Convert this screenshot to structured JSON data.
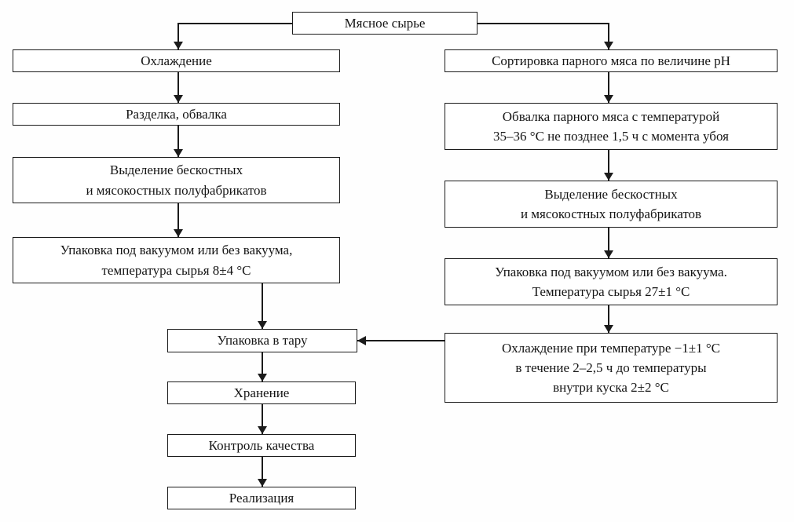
{
  "colors": {
    "ink": "#1b1b1b",
    "paper": "#ffffff"
  },
  "nodes": {
    "meat_raw": "Мясное сырье",
    "cooling": "Охлаждение",
    "cutting_deboning": "Разделка, обвалка",
    "boneless_left": "Выделение бескостных\nи мясокостных полуфабрикатов",
    "vacuum_left": "Упаковка под вакуумом или без вакуума,\nтемпература сырья 8±4 °С",
    "packing_tare": "Упаковка в тару",
    "storage": "Хранение",
    "quality_control": "Контроль качества",
    "realization": "Реализация",
    "sorting_ph": "Сортировка парного мяса по величине pH",
    "deboning_fresh": "Обвалка парного мяса с температурой\n35–36 °С не позднее 1,5 ч с момента убоя",
    "boneless_right": "Выделение бескостных\nи мясокостных полуфабрикатов",
    "vacuum_right": "Упаковка под вакуумом или без вакуума.\nТемпература сырья 27±1 °С",
    "cooling_right": "Охлаждение при температуре −1±1 °С\nв течение 2–2,5 ч до температуры\nвнутри куска 2±2 °С"
  }
}
